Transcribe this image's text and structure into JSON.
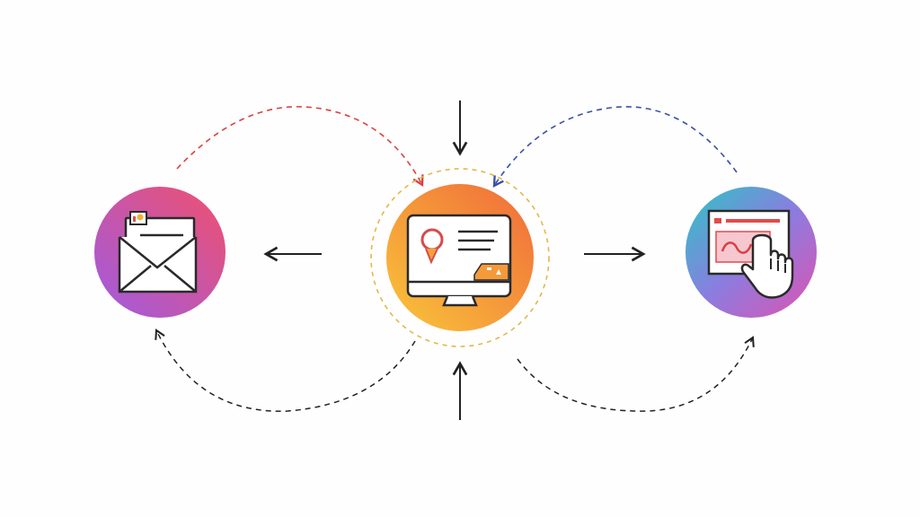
{
  "diagram": {
    "nodes": [
      {
        "id": "email",
        "icon": "email-envelope-icon",
        "gradient": [
          "#f0506e",
          "#a05be0"
        ]
      },
      {
        "id": "center",
        "icon": "monitor-badge-icon",
        "gradient": [
          "#f06a3a",
          "#f9c53a"
        ]
      },
      {
        "id": "interactive",
        "icon": "click-hand-screen-icon",
        "gradient": [
          "#2cc6c4",
          "#e052b0"
        ]
      }
    ],
    "colors": {
      "arrow_dark": "#222222",
      "arrow_red": "#d94040",
      "arrow_blue": "#3a4fa8",
      "ring": "#e2b84a",
      "icon_outline": "#2a2a2a",
      "accent_red": "#e24b4b"
    }
  }
}
